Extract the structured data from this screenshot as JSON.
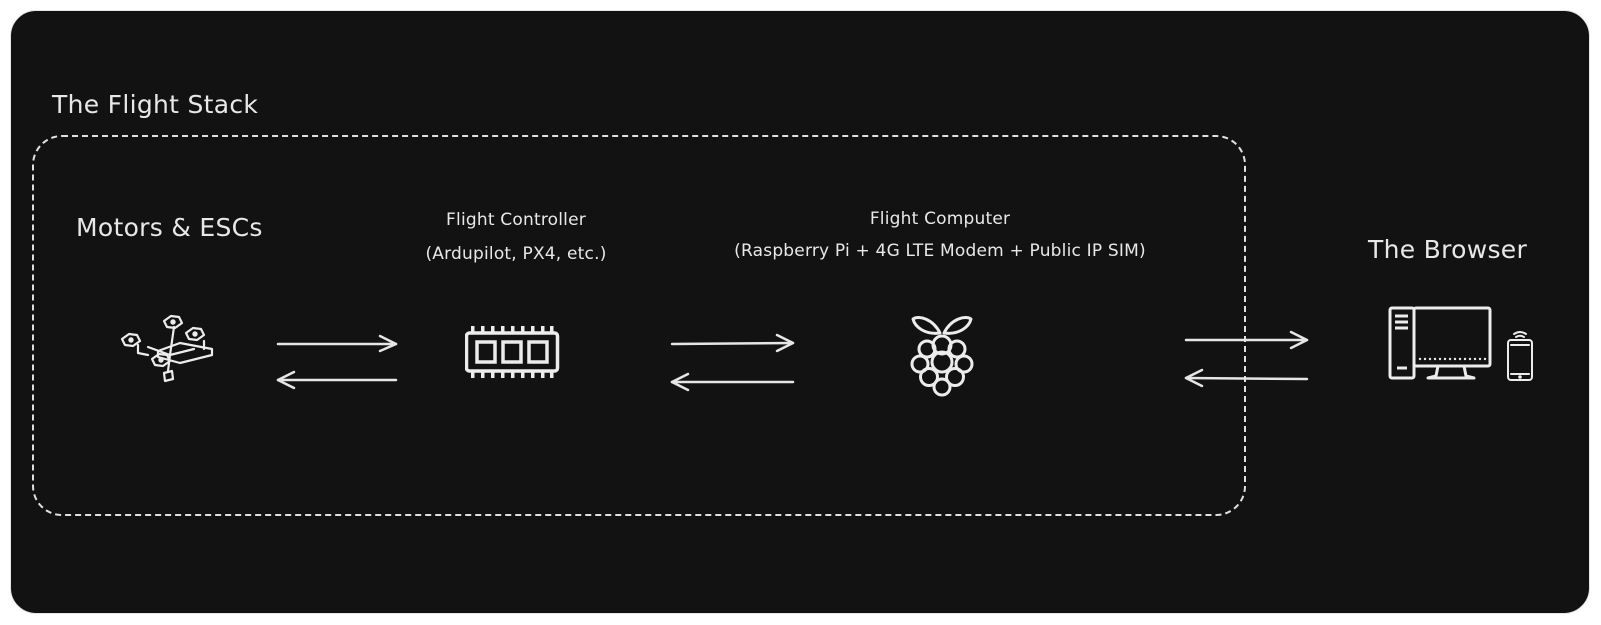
{
  "diagram": {
    "stack_title": "The Flight Stack",
    "nodes": {
      "motors": {
        "title": "Motors & ESCs",
        "icon": "drone-icon"
      },
      "flight_controller": {
        "title": "Flight Controller",
        "subtitle": "(Ardupilot, PX4, etc.)",
        "icon": "chip-icon"
      },
      "flight_computer": {
        "title": "Flight Computer",
        "subtitle": "(Raspberry Pi + 4G LTE Modem + Public IP SIM)",
        "icon": "raspberry-pi-icon"
      },
      "browser": {
        "title": "The Browser",
        "icons": [
          "desktop-computer-icon",
          "phone-icon"
        ]
      }
    },
    "connections": [
      {
        "from": "motors",
        "to": "flight_controller",
        "direction": "bidirectional"
      },
      {
        "from": "flight_controller",
        "to": "flight_computer",
        "direction": "bidirectional"
      },
      {
        "from": "flight_computer",
        "to": "browser",
        "direction": "bidirectional"
      }
    ]
  },
  "colors": {
    "background": "#121212",
    "stroke": "#e6e6e6",
    "text": "#e8e8e8"
  }
}
